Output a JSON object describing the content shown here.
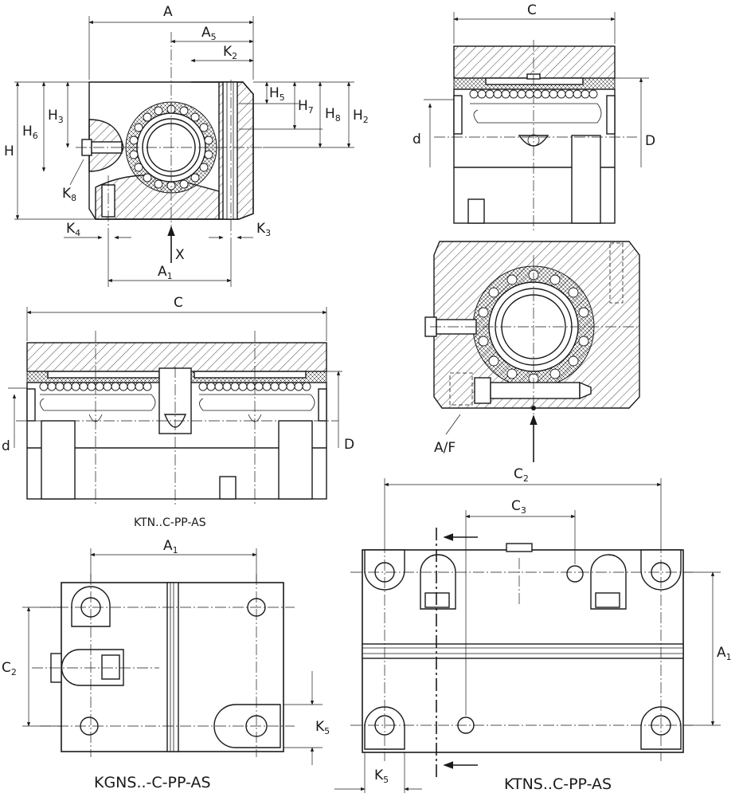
{
  "labels": {
    "A": "A",
    "A5_main": "A",
    "A5_sub": "5",
    "K2_main": "K",
    "K2_sub": "2",
    "H": "H",
    "H6_main": "H",
    "H6_sub": "6",
    "H3_main": "H",
    "H3_sub": "3",
    "H5_main": "H",
    "H5_sub": "5",
    "H7_main": "H",
    "H7_sub": "7",
    "H8_main": "H",
    "H8_sub": "8",
    "H2_main": "H",
    "H2_sub": "2",
    "K8_main": "K",
    "K8_sub": "8",
    "K4_main": "K",
    "K4_sub": "4",
    "K3_main": "K",
    "K3_sub": "3",
    "X": "X",
    "A1_top_main": "A",
    "A1_top_sub": "1",
    "C_top": "C",
    "d_top": "d",
    "D_top": "D",
    "C_mid": "C",
    "d_mid": "d",
    "D_mid": "D",
    "AF": "A/F",
    "C2_right_main": "C",
    "C2_right_sub": "2",
    "C3_main": "C",
    "C3_sub": "3",
    "A1_bottomleft_main": "A",
    "A1_bottomleft_sub": "1",
    "C2_left_main": "C",
    "C2_left_sub": "2",
    "K5_left_main": "K",
    "K5_left_sub": "5",
    "A1_right_main": "A",
    "A1_right_sub": "1",
    "K5_right_main": "K",
    "K5_right_sub": "5"
  },
  "captions": {
    "ktn": "KTN..C-PP-AS",
    "kgns": "KGNS..-C-PP-AS",
    "ktns": "KTNS..C-PP-AS"
  }
}
